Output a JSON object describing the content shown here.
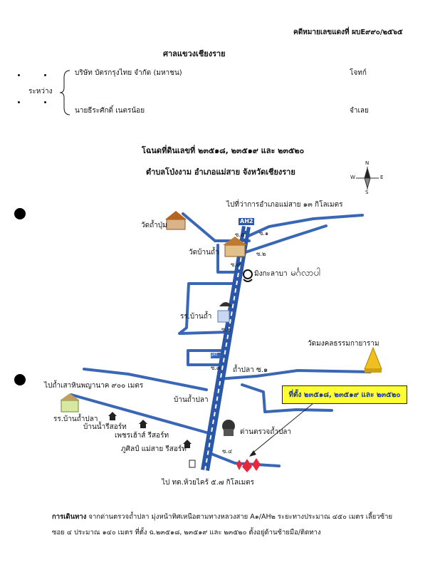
{
  "header": {
    "case_no": "คดีหมายเลขแดงที่ ผบE๙๙๐/๒๕๖๕",
    "court": "ศาลแขวงเชียงราย"
  },
  "parties": {
    "between_label": "ระหว่าง",
    "plaintiff": "บริษัท บัตรกรุงไทย จำกัด (มหาชน)",
    "plaintiff_role": "โจทก์",
    "defendant": "นายธีระศักดิ์  เนตรน้อย",
    "defendant_role": "จำเลย"
  },
  "title": {
    "deed": "โฉนดที่ดินเลขที่ ๒๓๕๑๘, ๒๓๕๑๙ และ ๒๓๕๒๐",
    "location": "ตำบลโป่งงาม อำเภอแม่สาย จังหวัดเชียงราย"
  },
  "compass": {
    "n": "N",
    "e": "E",
    "s": "S",
    "w": "W"
  },
  "map": {
    "to_district": "ไปที่ว่าการอำเภอแม่สาย ๑๓ กิโลเมตร",
    "highway": "AH2",
    "wat_tham_pum": "วัดถ้ำปุ่ม",
    "soi5": "ซ.๕",
    "soi1_top": "ซ.๑",
    "wat_ban_tham": "วัดบ้านถ้ำ",
    "soi2_top": "ซ.๒",
    "soi4_top": "ซ.๔",
    "mingkala": "มิงกะลาบา",
    "mingkala_script": "မင်္ဂလာပါ",
    "school_ban_tham": "รร.บ้านถ้ำ",
    "soi2_mid": "ซ.๒",
    "soi3": "ซ.๓",
    "tham_pla_soi1": "ถ้ำปลา ซ.๑",
    "wat_mongkol": "วัดมงคลธรรมกายาราม",
    "to_tham_sao": "ไปถ้ำเสาหินพญานาค ๙๐๐ เมตร",
    "ban_tham_pla": "บ้านถ้ำปลา",
    "deed_box": "ที่ตั้ง ๒๓๕๑๘, ๒๓๕๑๙ และ ๒๓๕๒๐",
    "school_tham_pla": "รร.บ้านถ้ำปลา",
    "ban_nam_resort": "บ้านน้ำรีสอร์ท",
    "petch_resort": "เพชรเฮ้าส์ รีสอร์ท",
    "checkpoint": "ด่านตรวจถ้ำปลา",
    "phusin_resort": "ภูศิลป์ แม่สาย รีสอร์ท",
    "soi4_bottom": "ซ.๔",
    "to_huai_khrai": "ไป ทต.ห้วยไคร้ ๕.๗ กิโลเมตร",
    "ptt": "ptt"
  },
  "directions": {
    "label": "การเดินทาง",
    "line1": "จากด่านตรวจถ้ำปลา มุ่งหน้าทิศเหนือตามทางหลวงสาย A๑/AH๒ ระยะทางประมาณ ๔๕๐ เมตร เลี้ยวซ้าย",
    "line2": "ซอย ๔ ประมาณ ๑๔๐ เมตร ที่ตั้ง ฉ.๒๓๕๑๘, ๒๓๕๑๙ และ ๒๓๕๒๐ ตั้งอยู่ด้านซ้ายมือ/ติดทาง"
  },
  "colors": {
    "road": "#3a67b5",
    "highway": "#2a57a8",
    "deed_box": "#ffff33",
    "marker": "#e8283a"
  }
}
